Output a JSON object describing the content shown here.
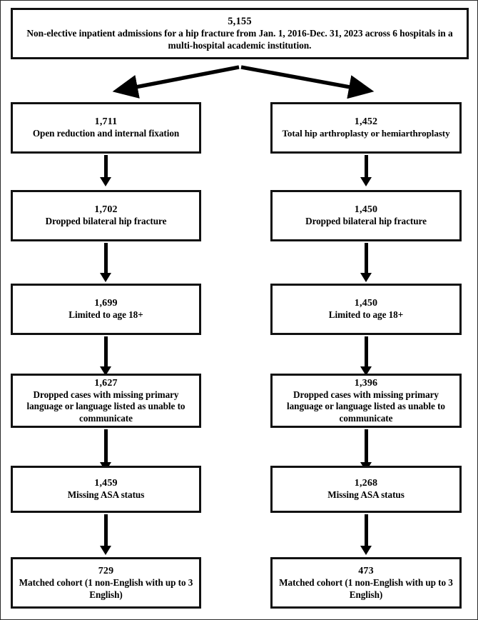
{
  "diagram": {
    "type": "flowchart",
    "title_box": {
      "count": "5,155",
      "label": "Non-elective inpatient admissions for a hip fracture from Jan. 1, 2016-Dec. 31, 2023 across 6 hospitals in a multi-hospital academic institution."
    },
    "branches": [
      {
        "name": "orif",
        "steps": [
          {
            "count": "1,711",
            "label": "Open reduction and internal fixation"
          },
          {
            "count": "1,702",
            "label": "Dropped bilateral hip fracture"
          },
          {
            "count": "1,699",
            "label": "Limited to age 18+"
          },
          {
            "count": "1,627",
            "label": "Dropped cases with missing primary language or language listed as unable to communicate"
          },
          {
            "count": "1,459",
            "label": "Missing ASA status"
          },
          {
            "count": "729",
            "label": "Matched cohort (1 non-English with up to 3 English)"
          }
        ]
      },
      {
        "name": "arthroplasty",
        "steps": [
          {
            "count": "1,452",
            "label": "Total hip arthroplasty or hemiarthroplasty"
          },
          {
            "count": "1,450",
            "label": "Dropped bilateral hip fracture"
          },
          {
            "count": "1,450",
            "label": "Limited to age 18+"
          },
          {
            "count": "1,396",
            "label": "Dropped cases with missing primary language or language listed as unable to communicate"
          },
          {
            "count": "1,268",
            "label": "Missing ASA status"
          },
          {
            "count": "473",
            "label": "Matched cohort (1 non-English with up to 3 English)"
          }
        ]
      }
    ],
    "colors": {
      "box_border": "#111111",
      "arrow": "#000000",
      "background": "#ffffff",
      "text": "#000000"
    }
  }
}
